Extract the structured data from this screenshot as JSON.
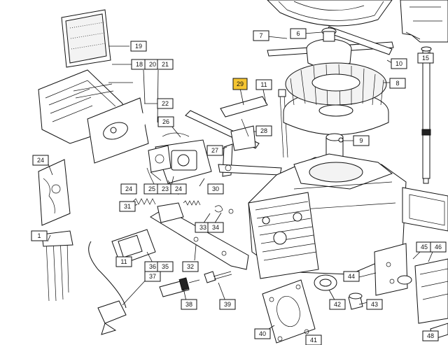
{
  "highlight_color": "#f5c531",
  "callouts": [
    {
      "id": "c19",
      "label": "19"
    },
    {
      "id": "c18",
      "label": "18"
    },
    {
      "id": "c20",
      "label": "20"
    },
    {
      "id": "c21",
      "label": "21"
    },
    {
      "id": "c22",
      "label": "22"
    },
    {
      "id": "c24a",
      "label": "24"
    },
    {
      "id": "c26",
      "label": "26"
    },
    {
      "id": "c27",
      "label": "27"
    },
    {
      "id": "c28",
      "label": "28"
    },
    {
      "id": "c29",
      "label": "29",
      "highlight": true
    },
    {
      "id": "c11",
      "label": "11"
    },
    {
      "id": "c7",
      "label": "7"
    },
    {
      "id": "c6",
      "label": "6"
    },
    {
      "id": "c10",
      "label": "10"
    },
    {
      "id": "c8",
      "label": "8"
    },
    {
      "id": "c9",
      "label": "9"
    },
    {
      "id": "c1",
      "label": "1"
    },
    {
      "id": "c15",
      "label": "15"
    },
    {
      "id": "c24b",
      "label": "24"
    },
    {
      "id": "c25",
      "label": "25"
    },
    {
      "id": "c23",
      "label": "23"
    },
    {
      "id": "c24c",
      "label": "24"
    },
    {
      "id": "c30",
      "label": "30"
    },
    {
      "id": "c31",
      "label": "31"
    },
    {
      "id": "c33",
      "label": "33"
    },
    {
      "id": "c34",
      "label": "34"
    },
    {
      "id": "c11b",
      "label": "11"
    },
    {
      "id": "c36",
      "label": "36"
    },
    {
      "id": "c35",
      "label": "35"
    },
    {
      "id": "c37",
      "label": "37"
    },
    {
      "id": "c32",
      "label": "32"
    },
    {
      "id": "c38",
      "label": "38"
    },
    {
      "id": "c39",
      "label": "39"
    },
    {
      "id": "c44",
      "label": "44"
    },
    {
      "id": "c42",
      "label": "42"
    },
    {
      "id": "c43",
      "label": "43"
    },
    {
      "id": "c40",
      "label": "40"
    },
    {
      "id": "c41",
      "label": "41"
    },
    {
      "id": "c45",
      "label": "45"
    },
    {
      "id": "c46",
      "label": "46"
    },
    {
      "id": "c48",
      "label": "48"
    }
  ]
}
